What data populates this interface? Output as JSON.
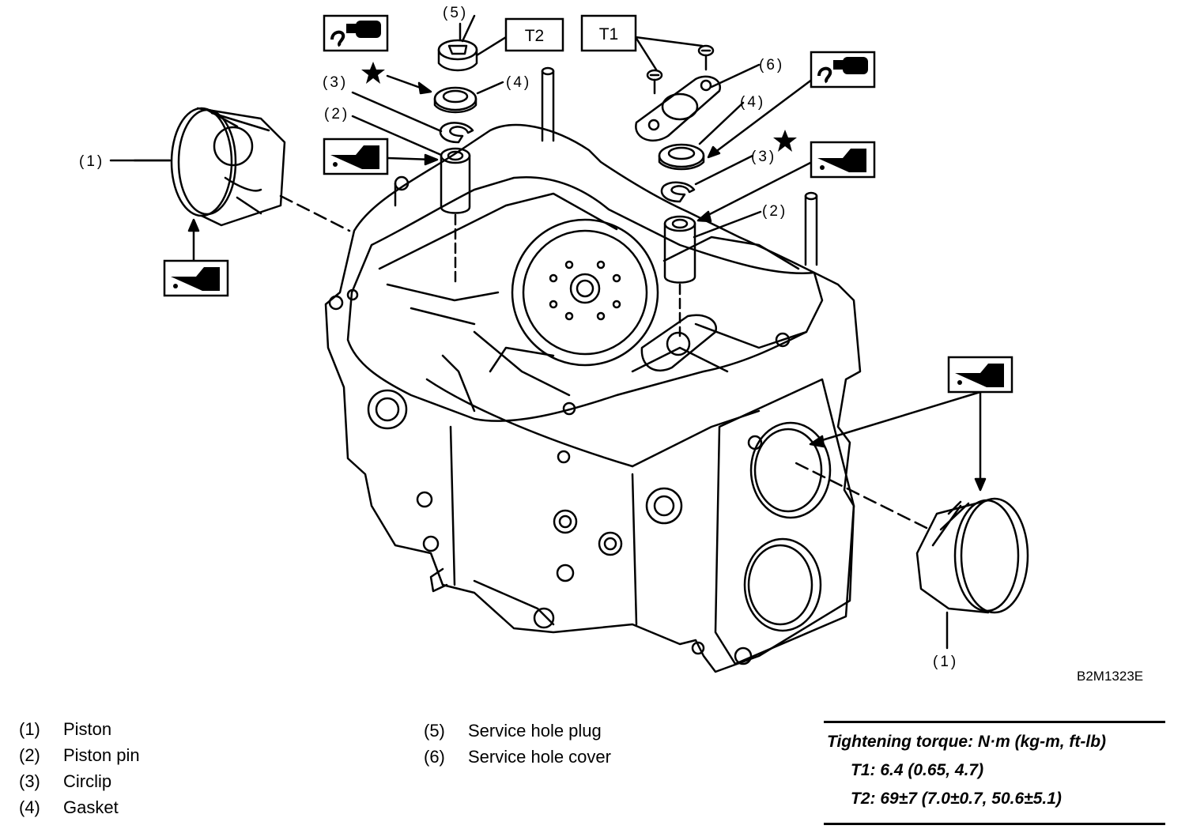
{
  "callouts": {
    "piston_left": "(1)",
    "piston_right": "(1)",
    "pin_left": "(2)",
    "pin_right": "(2)",
    "circlip_left": "(3)",
    "circlip_right": "(3)",
    "gasket_left": "(4)",
    "gasket_right": "(4)",
    "plug": "(5)",
    "cover": "(6)"
  },
  "torque_tags": {
    "t1": "T1",
    "t2": "T2"
  },
  "figure_code": "B2M1323E",
  "legend": {
    "left": [
      {
        "num": "(1)",
        "name": "Piston"
      },
      {
        "num": "(2)",
        "name": "Piston pin"
      },
      {
        "num": "(3)",
        "name": "Circlip"
      },
      {
        "num": "(4)",
        "name": "Gasket"
      }
    ],
    "right": [
      {
        "num": "(5)",
        "name": "Service hole plug"
      },
      {
        "num": "(6)",
        "name": "Service hole cover"
      }
    ]
  },
  "torque": {
    "title": "Tightening torque: N·m (kg-m, ft-lb)",
    "t1": "T1: 6.4 (0.65, 4.7)",
    "t2": "T2: 69±7 (7.0±0.7, 50.6±5.1)"
  },
  "icons": [
    "liquid-gasket-icon",
    "oil-can-icon",
    "star-icon"
  ]
}
